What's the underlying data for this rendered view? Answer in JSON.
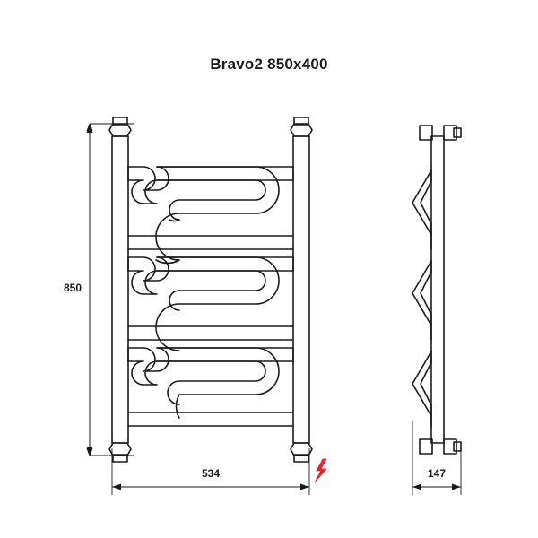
{
  "drawing": {
    "title": "Bravo2 850x400",
    "product_name": "Bravo2",
    "size_label": "850x400",
    "views": {
      "front": {
        "name": "front-view",
        "dimensions": {
          "height_label": "850",
          "width_label": "534"
        }
      },
      "side": {
        "name": "side-view",
        "dimensions": {
          "depth_label": "147"
        }
      }
    },
    "annotations": {
      "electric_symbol": "electric-bolt-icon"
    },
    "colors": {
      "line": "#1a1a1a",
      "dimension": "#1a1a1a",
      "electric": "#e8232a",
      "background": "#ffffff"
    }
  }
}
